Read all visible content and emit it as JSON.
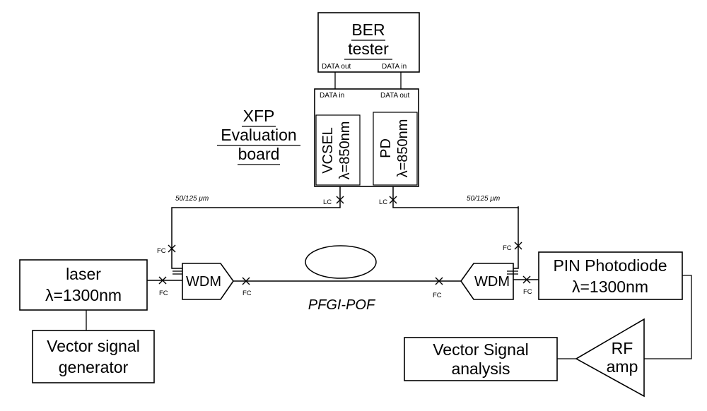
{
  "ber_tester": {
    "line1": "BER",
    "line2": "tester",
    "data_out": "DATA out",
    "data_in": "DATA in"
  },
  "xfp_board": {
    "title_line1": "XFP",
    "title_line2": "Evaluation",
    "title_line3": "board",
    "data_in": "DATA in",
    "data_out": "DATA out",
    "vcsel_line1": "VCSEL",
    "vcsel_line2": "λ=850nm",
    "pd_line1": "PD",
    "pd_line2": "λ=850nm"
  },
  "fiber_left_label": "50/125 μm",
  "fiber_right_label": "50/125 μm",
  "connectors": {
    "lc": "LC",
    "fc": "FC"
  },
  "laser": {
    "line1": "laser",
    "line2": "λ=1300nm"
  },
  "vector_signal_generator": {
    "line1": "Vector signal",
    "line2": "generator"
  },
  "wdm_left": "WDM",
  "wdm_right": "WDM",
  "pof_label": "PFGI-POF",
  "photodiode": {
    "line1": "PIN Photodiode",
    "line2": "λ=1300nm"
  },
  "rf_amp": {
    "line1": "RF",
    "line2": "amp"
  },
  "vector_signal_analysis": {
    "line1": "Vector Signal",
    "line2": "analysis"
  }
}
